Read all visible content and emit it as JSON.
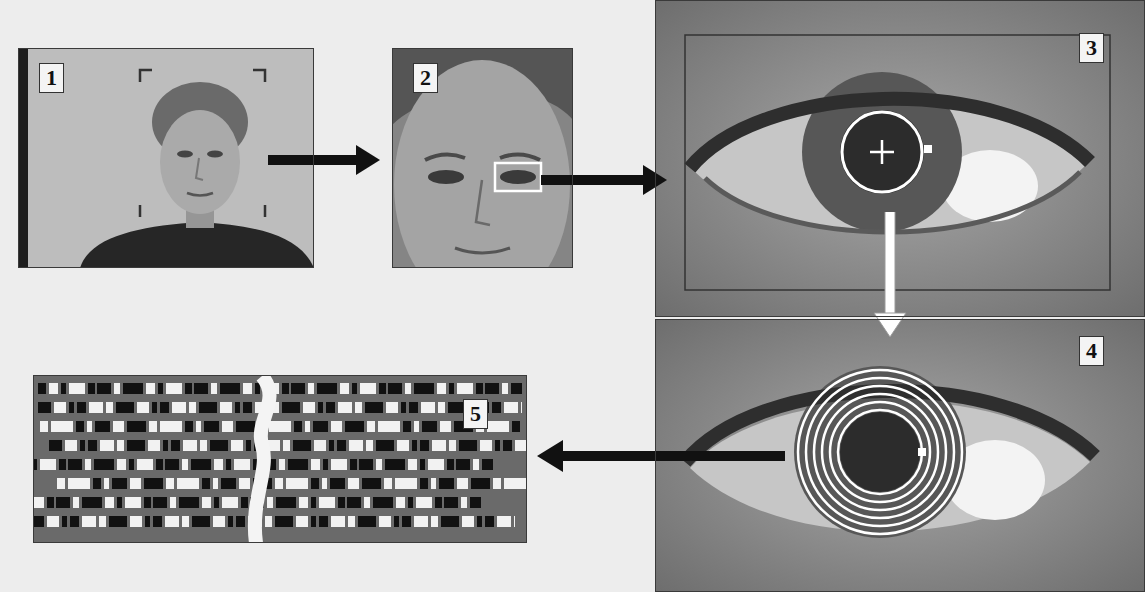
{
  "diagram": {
    "nodes": [
      {
        "text": [
          "1"
        ]
      },
      {
        "text": [
          "2"
        ]
      },
      {
        "text": [
          "3"
        ]
      },
      {
        "text": [
          "4"
        ]
      },
      {
        "text": [
          "5"
        ]
      }
    ],
    "edges": [
      {
        "from": 0,
        "to": 1,
        "arrow": "to"
      },
      {
        "from": 1,
        "to": 2,
        "arrow": "to"
      },
      {
        "from": 2,
        "to": 3,
        "arrow": "to"
      },
      {
        "from": 3,
        "to": 4,
        "arrow": "to"
      }
    ]
  }
}
